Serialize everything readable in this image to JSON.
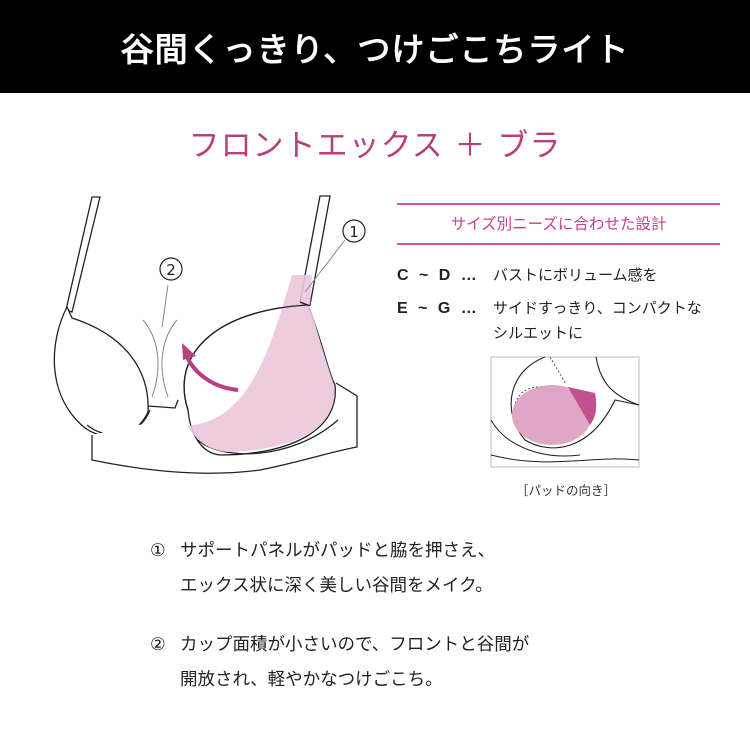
{
  "header": {
    "title": "谷間くっきり、つけごこちライト"
  },
  "subtitle": "フロントエックス ＋ ブラ",
  "illustration": {
    "marker1": "①",
    "marker2": "②",
    "accent": "#b8407f",
    "panel": "#ebc6dc"
  },
  "size_design": {
    "heading": "サイズ別ニーズに合わせた設計",
    "rows": [
      {
        "size": "C ~ D …",
        "desc": "バストにボリューム感を"
      },
      {
        "size": "E ~ G …",
        "desc": "サイドすっきり、コンパクトな",
        "desc2": "シルエットに"
      }
    ],
    "caption": "［パッドの向き］"
  },
  "notes": [
    {
      "num": "①",
      "line1": "サポートパネルがパッドと脇を押さえ、",
      "line2": "エックス状に深く美しい谷間をメイク。"
    },
    {
      "num": "②",
      "line1": "カップ面積が小さいので、フロントと谷間が",
      "line2": "開放され、軽やかなつけごこち。"
    }
  ]
}
